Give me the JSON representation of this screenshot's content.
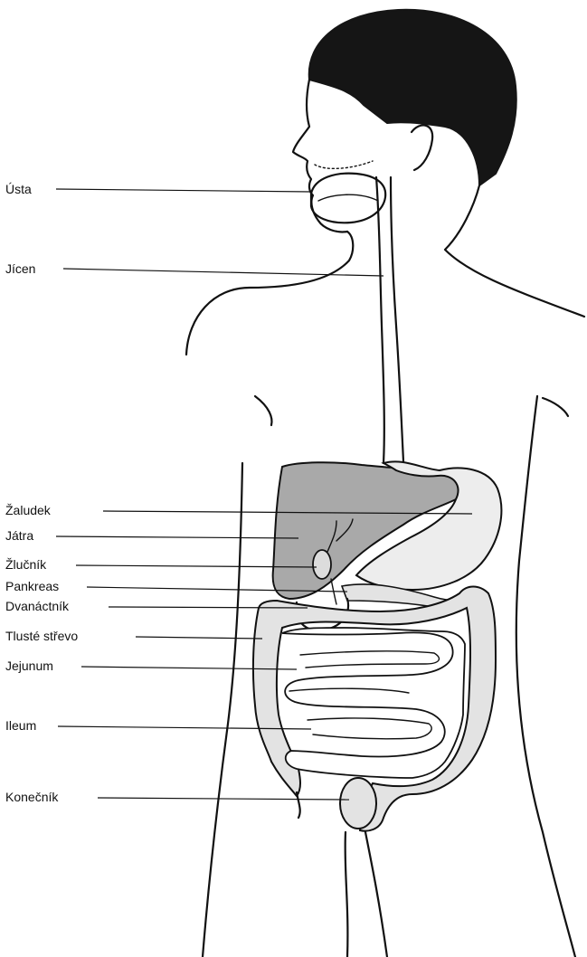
{
  "labels": {
    "usta": "Ústa",
    "jicen": "Jícen",
    "zaludek": "Žaludek",
    "jatra": "Játra",
    "zlucnik": "Žlučník",
    "pankreas": "Pankreas",
    "dvanactnik": "Dvanáctník",
    "tluste_strevo": "Tlusté střevo",
    "jejunum": "Jejunum",
    "ileum": "Ileum",
    "konecnik": "Konečník"
  },
  "colors": {
    "line": "#111111",
    "hair": "#151515",
    "liver": "#a9a9a9",
    "organ_light": "#e3e3e3",
    "stomach": "#ededed"
  }
}
